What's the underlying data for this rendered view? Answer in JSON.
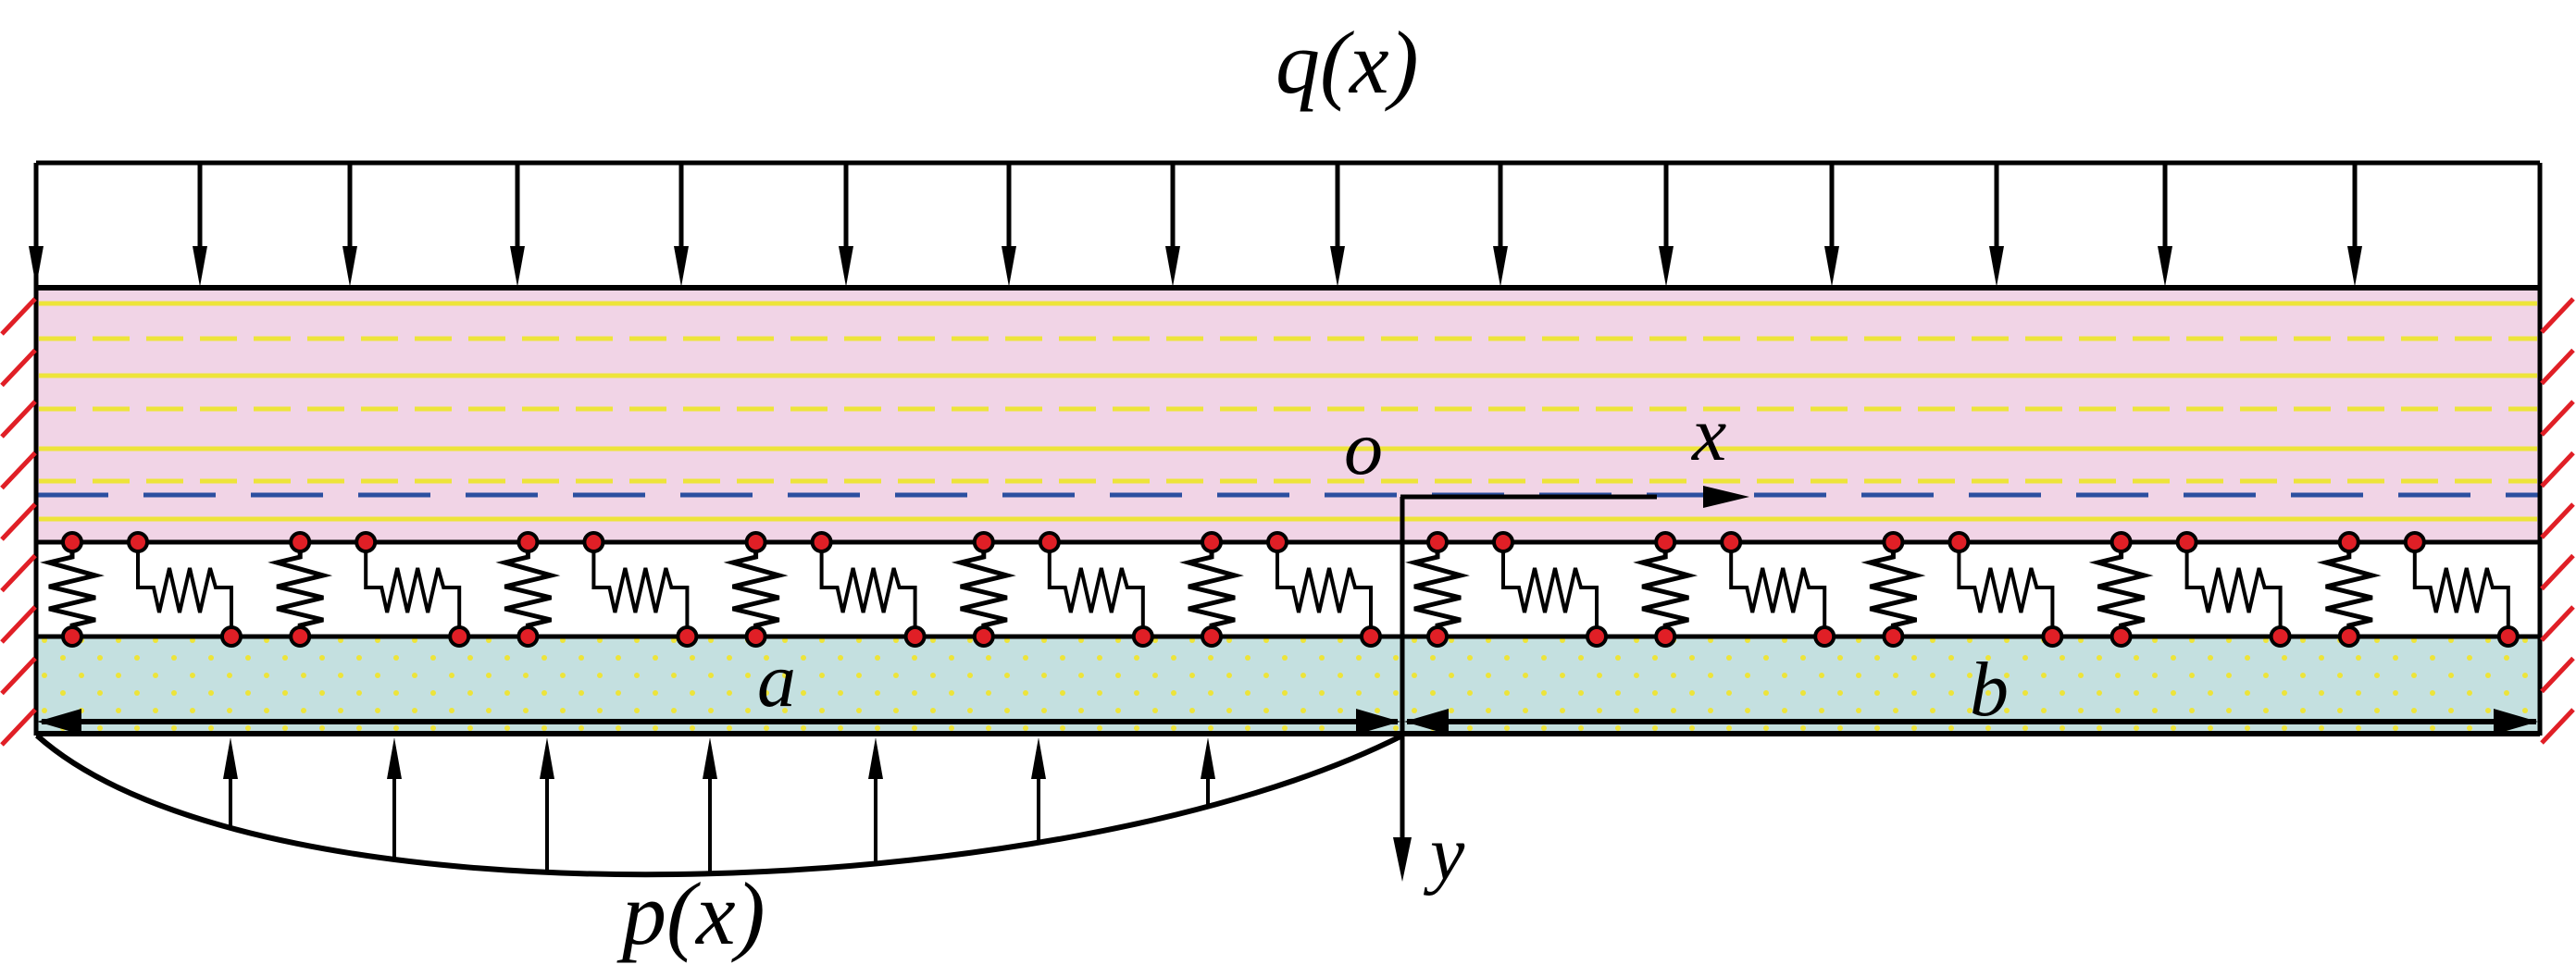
{
  "title": "Layered beam on viscoelastic foundation with clamped ends",
  "labels": {
    "top_load": "q(x)",
    "bottom_load": "p(x)",
    "origin": "o",
    "x_axis": "x",
    "y_axis": "y",
    "left_length": "a",
    "right_length": "b"
  },
  "colors": {
    "upper_layer_fill": "#F1D4E6",
    "lower_layer_fill": "#C4E0E0",
    "ply_lines": "#EDE43A",
    "neutral_axis": "#2C4FA0",
    "support_hatch": "#E01F26",
    "spring_nodes": "#E01F26",
    "ink": "#000000"
  },
  "components": {
    "upper_layer": "laminated beam (pink) with solid and dashed yellow ply lines",
    "neutral_axis": "blue dashed mid-plane line",
    "foundation": "alternating Winkler springs and Kelvin-type spring elements",
    "lower_layer": "substrate (teal) with yellow dot pattern",
    "supports": "clamped (hatched) on left and right ends"
  },
  "loads": {
    "top_distributed_arrow_count": 15,
    "bottom_distributed_arrow_count": 7
  },
  "foundation_units": {
    "left_of_origin": 6,
    "right_of_origin": 5
  }
}
